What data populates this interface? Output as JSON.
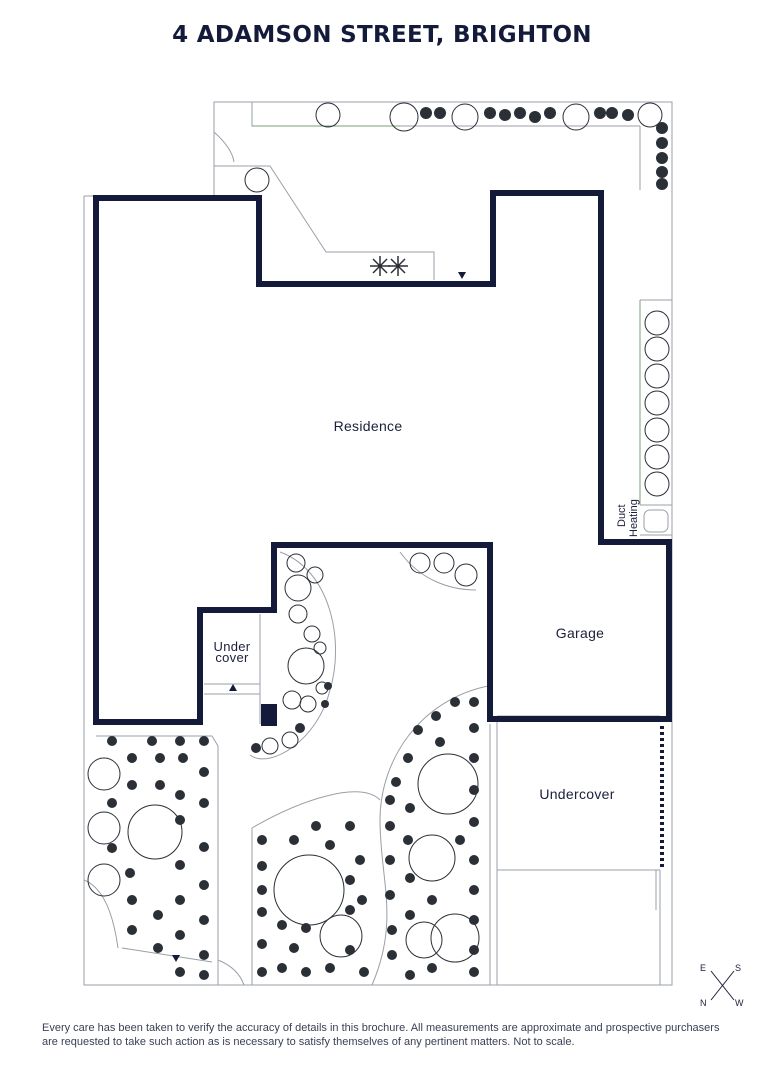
{
  "title": "4 ADAMSON STREET, BRIGHTON",
  "rooms": {
    "residence": "Residence",
    "garage": "Garage",
    "undercover_right": "Undercover",
    "undercover_left_line1": "Under",
    "undercover_left_line2": "cover",
    "duct_heating_line1": "Duct",
    "duct_heating_line2": "Heating"
  },
  "compass": {
    "n": "N",
    "e": "E",
    "s": "S",
    "w": "W"
  },
  "disclaimer": "Every care has been taken to verify the accuracy of details in this brochure. All measurements are approximate and prospective purchasers are requested to take such action as is necessary to satisfy themselves of any pertinent matters. Not to scale.",
  "colors": {
    "wall": "#141a3a",
    "line": "#9aa0a8",
    "shrub": "#2b2f36",
    "hedge_green": "#7aa07a"
  }
}
